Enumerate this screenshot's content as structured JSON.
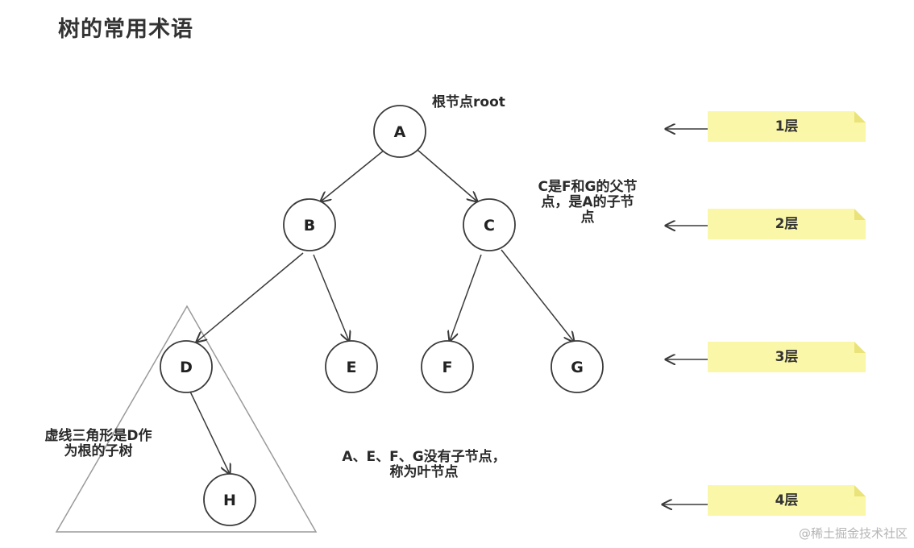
{
  "title": "树的常用术语",
  "nodes": {
    "A": "A",
    "B": "B",
    "C": "C",
    "D": "D",
    "E": "E",
    "F": "F",
    "G": "G",
    "H": "H"
  },
  "notes": {
    "root": "根节点root",
    "parent": "C是F和G的父节点，是A的子节点",
    "subtree": "虚线三角形是D作为根的子树",
    "leaves": "A、E、F、G没有子节点，称为叶节点"
  },
  "levels": [
    "1层",
    "2层",
    "3层",
    "4层"
  ],
  "watermark": "@稀土掘金技术社区",
  "colors": {
    "node_stroke": "#3a3a3a",
    "edge": "#3a3a3a",
    "triangle": "#9a9a9a",
    "level_tag_fill": "#fbf7a8"
  }
}
